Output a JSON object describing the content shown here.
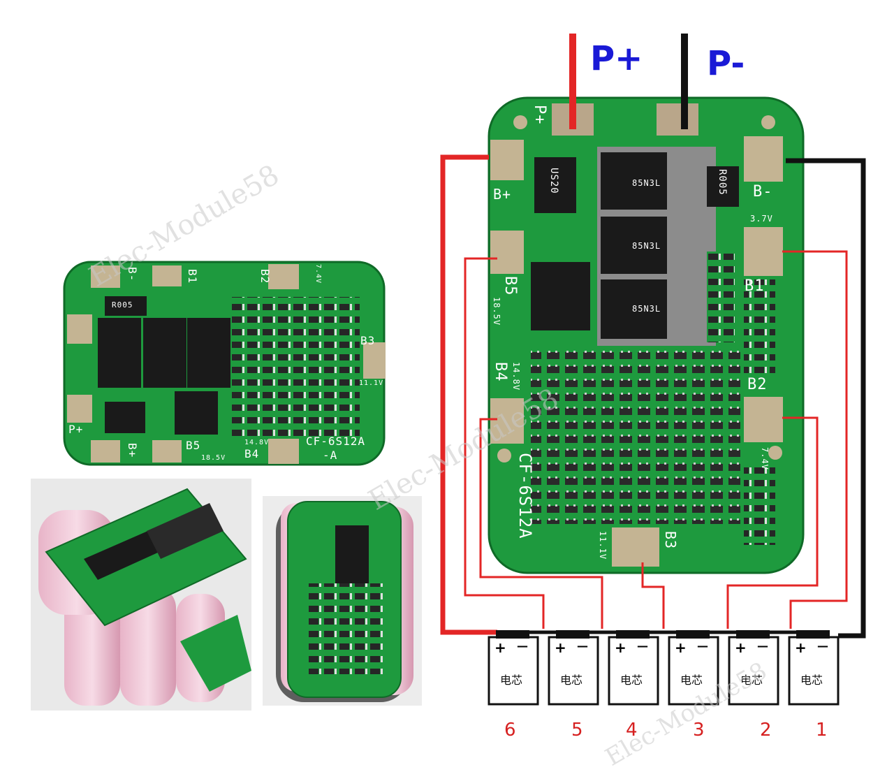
{
  "labels": {
    "p_plus": "P+",
    "p_minus": "P-",
    "main_board": {
      "p_plus_silk": "P+",
      "b_plus": "B+",
      "b_minus": "B-",
      "b5": "B5",
      "b4": "B4",
      "b1": "B1",
      "b2": "B2",
      "b3": "B3",
      "v_18_5": "18.5V",
      "v_14_8": "14.8V",
      "v_3_7": "3.7V",
      "v_7_4": "7.4V",
      "v_11_1": "11.1V",
      "model": "CF-6S12A",
      "u520": "US20",
      "r005": "R005",
      "mos_1": "85N3L",
      "mos_2": "85N3L",
      "mos_3": "85N3L"
    },
    "small_board": {
      "b_minus": "B-",
      "b1": "B1",
      "b2": "B2",
      "b3": "B3",
      "b4": "B4",
      "b5": "B5",
      "b_plus": "B+",
      "p_plus": "P+",
      "model": "CF-6S12A",
      "model_suffix": "-A",
      "v_14_8": "14.8V",
      "v_18_5": "18.5V",
      "v_11_1": "11.1V",
      "v_7_4": "7.4V",
      "r005": "R005"
    },
    "watermark": "Elec-Module58"
  },
  "cells": [
    {
      "number": "6",
      "label": "电芯"
    },
    {
      "number": "5",
      "label": "电芯"
    },
    {
      "number": "4",
      "label": "电芯"
    },
    {
      "number": "3",
      "label": "电芯"
    },
    {
      "number": "2",
      "label": "电芯"
    },
    {
      "number": "1",
      "label": "电芯"
    }
  ],
  "cell_terminal_plus": "+",
  "cell_terminal_minus": "—",
  "colors": {
    "pcb": "#1e9a3e",
    "pcb_dark": "#137a2c",
    "pad": "#c4b493",
    "wire_red": "#e32626",
    "wire_black": "#111111",
    "p_label": "#1a1ad6",
    "cell_number": "#d62020"
  }
}
